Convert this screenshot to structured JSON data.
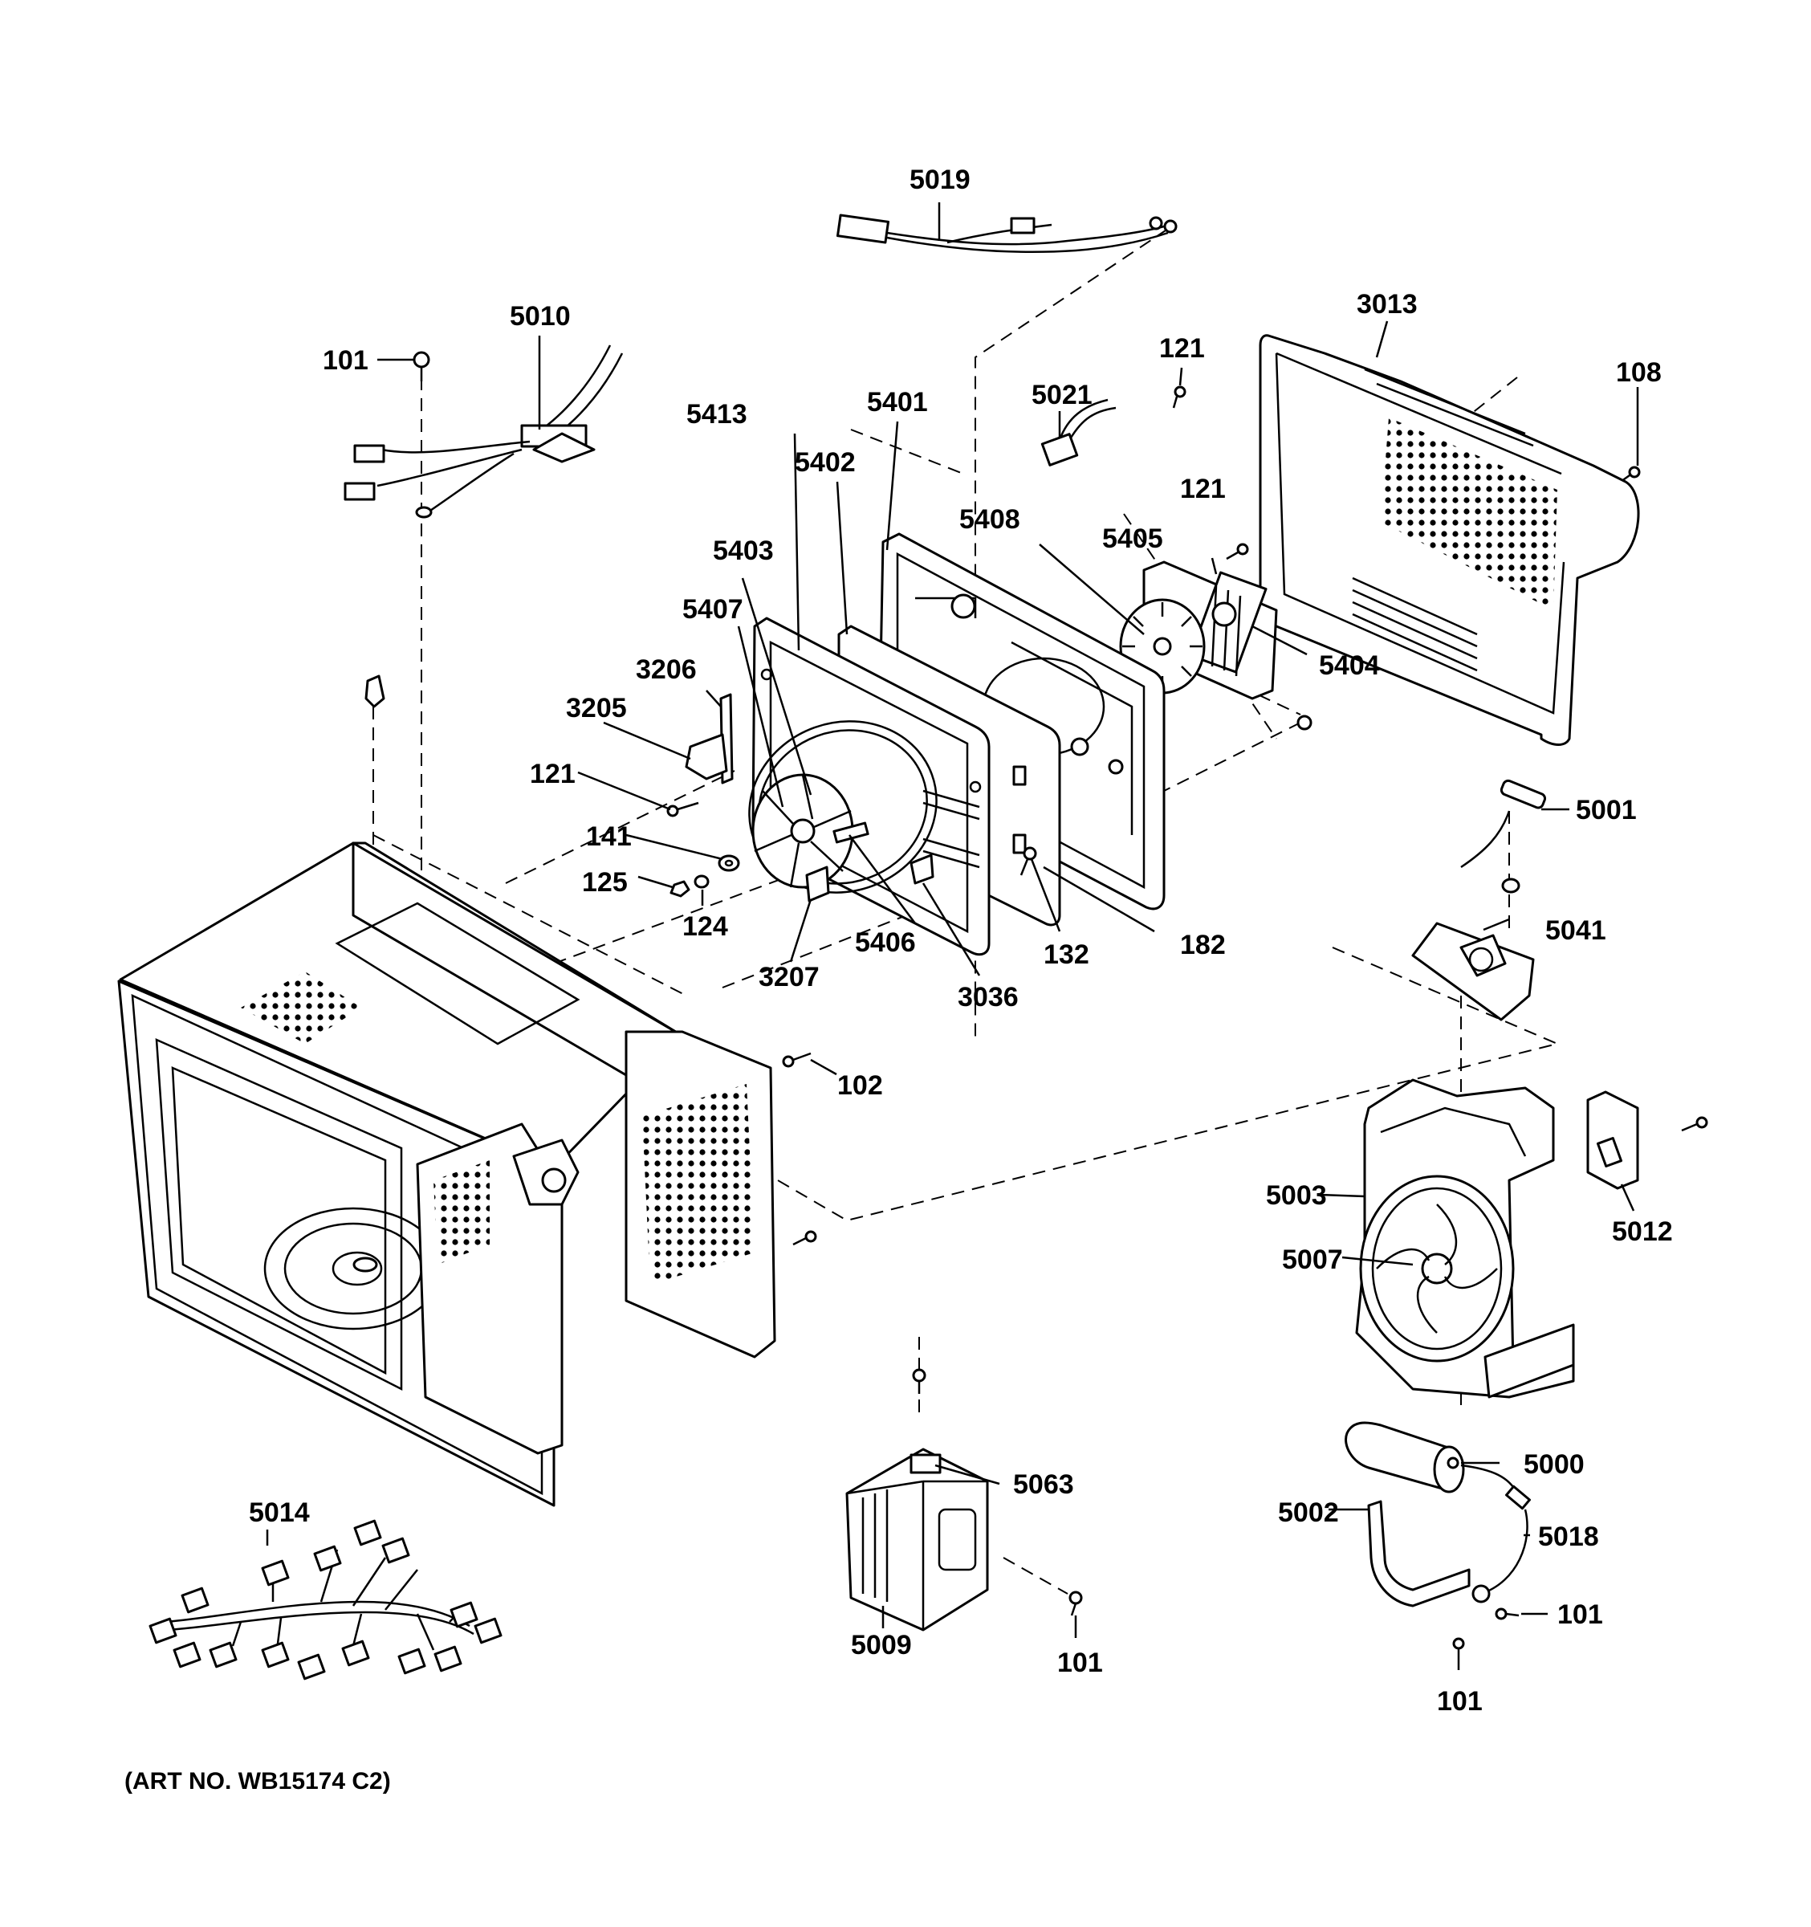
{
  "labels": {
    "p5019": "5019",
    "p5010": "5010",
    "p101_top": "101",
    "p3013": "3013",
    "p121_a": "121",
    "p5021": "5021",
    "p108": "108",
    "p5401": "5401",
    "p5413": "5413",
    "p5402": "5402",
    "p121_b": "121",
    "p5408": "5408",
    "p5405": "5405",
    "p5403": "5403",
    "p5407": "5407",
    "p5404": "5404",
    "p3206": "3206",
    "p3205": "3205",
    "p121_c": "121",
    "p5001": "5001",
    "p141": "141",
    "p125": "125",
    "p124": "124",
    "p5406": "5406",
    "p132": "132",
    "p182": "182",
    "p5041": "5041",
    "p3207": "3207",
    "p3036": "3036",
    "p102": "102",
    "p5003": "5003",
    "p5007": "5007",
    "p5012": "5012",
    "p5063": "5063",
    "p5000": "5000",
    "p5014": "5014",
    "p5002": "5002",
    "p5018": "5018",
    "p5009": "5009",
    "p101_mag": "101",
    "p101_right": "101",
    "p101_bottom": "101"
  },
  "art_number": "(ART NO. WB15174 C2)"
}
